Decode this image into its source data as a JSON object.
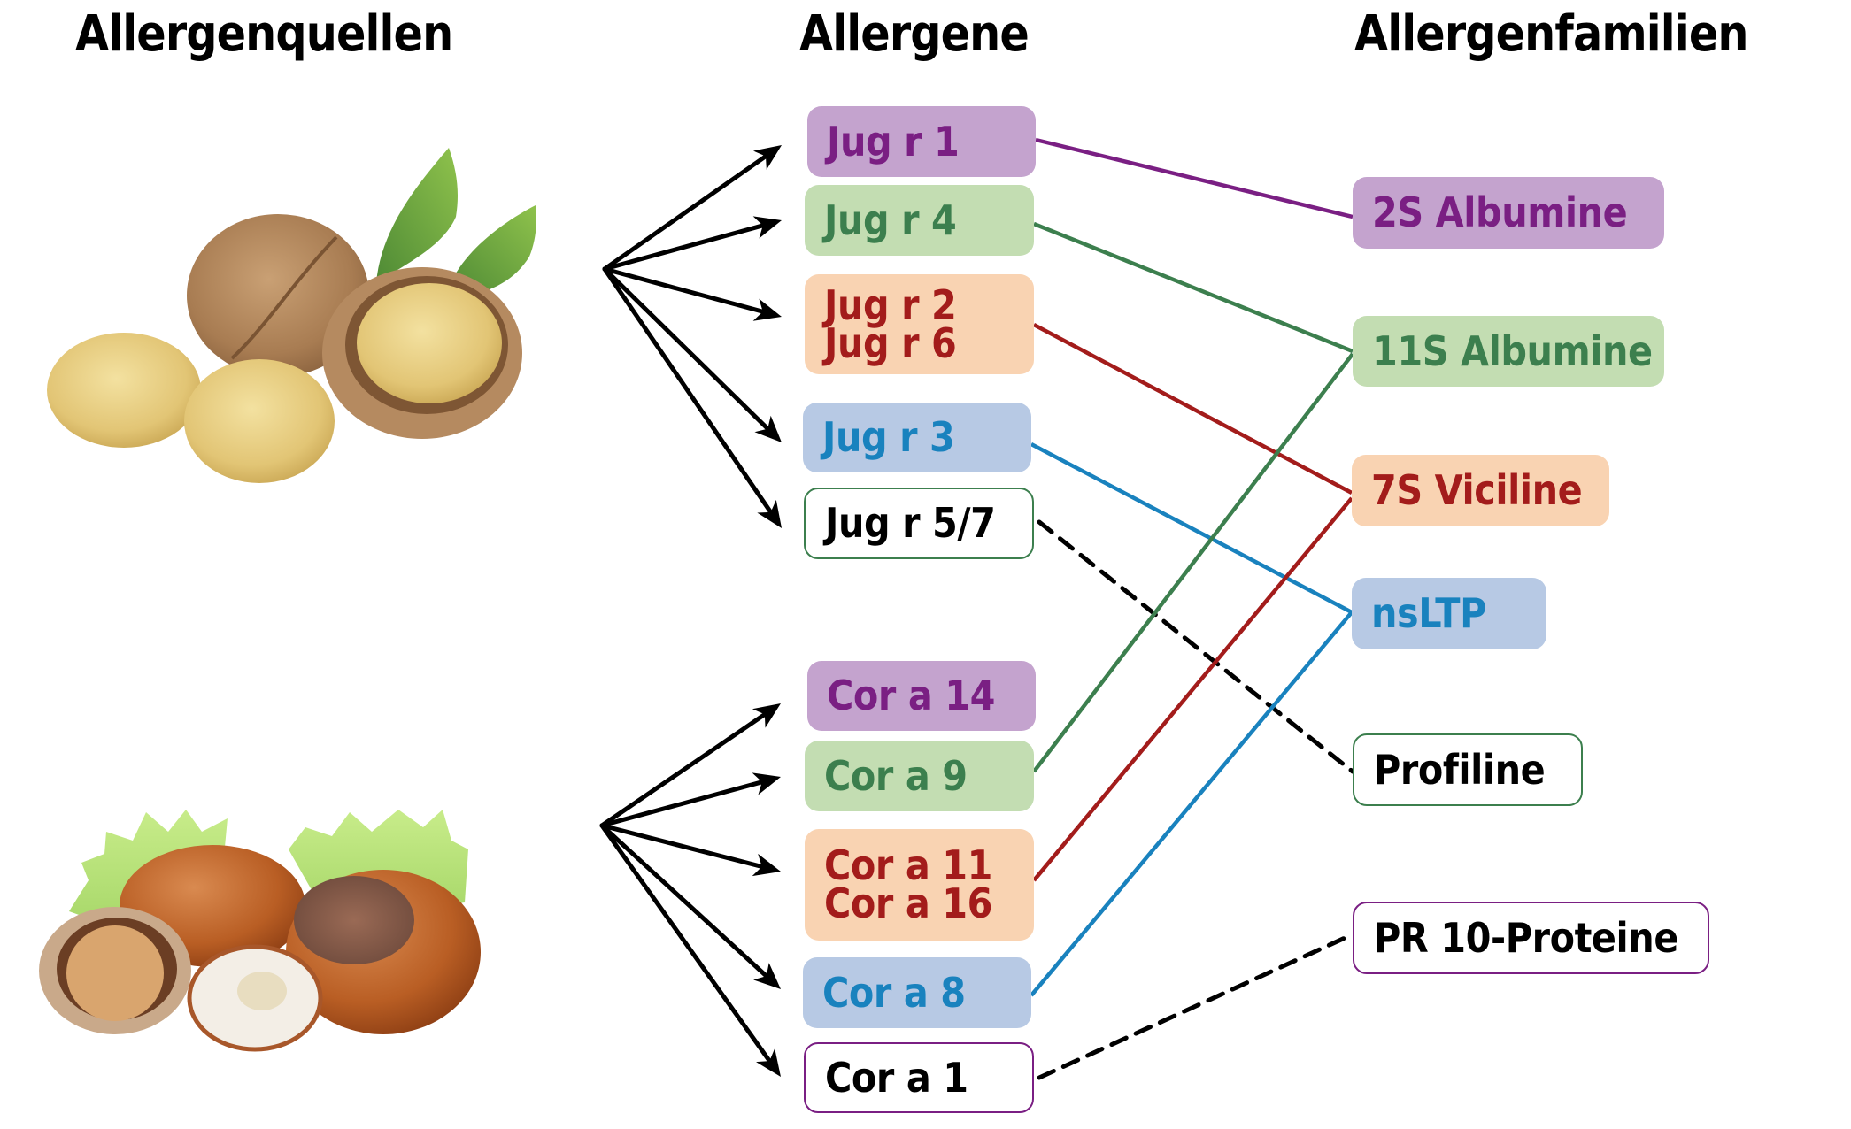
{
  "headers": {
    "sources": "Allergenquellen",
    "allergens": "Allergene",
    "families": "Allergenfamilien"
  },
  "colors": {
    "purple": {
      "fill": "#C4A3CE",
      "text": "#7A1F83"
    },
    "green": {
      "fill": "#C3DDB2",
      "text": "#3C7F4E"
    },
    "red": {
      "fill": "#F9D3B2",
      "text": "#A31C1B"
    },
    "blue": {
      "fill": "#B7C9E4",
      "text": "#1982BE"
    },
    "outline_text": "#000000"
  },
  "sources": [
    {
      "id": "walnut",
      "name": "walnut-image",
      "allergens": [
        "jug1",
        "jug4",
        "jug26",
        "jug3",
        "jug57"
      ]
    },
    {
      "id": "hazelnut",
      "name": "hazelnut-image",
      "allergens": [
        "cor14",
        "cor9",
        "cor1116",
        "cor8",
        "cor1"
      ]
    }
  ],
  "allergens": {
    "jug1": {
      "lines": [
        "Jug r 1"
      ],
      "color": "purple",
      "style": "filled"
    },
    "jug4": {
      "lines": [
        "Jug r 4"
      ],
      "color": "green",
      "style": "filled"
    },
    "jug26": {
      "lines": [
        "Jug r 2",
        "Jug r 6"
      ],
      "color": "red",
      "style": "filled"
    },
    "jug3": {
      "lines": [
        "Jug r 3"
      ],
      "color": "blue",
      "style": "filled"
    },
    "jug57": {
      "lines": [
        "Jug r 5/7"
      ],
      "color": "green",
      "style": "outline"
    },
    "cor14": {
      "lines": [
        "Cor a 14"
      ],
      "color": "purple",
      "style": "filled"
    },
    "cor9": {
      "lines": [
        "Cor a 9"
      ],
      "color": "green",
      "style": "filled"
    },
    "cor1116": {
      "lines": [
        "Cor a 11",
        "Cor a 16"
      ],
      "color": "red",
      "style": "filled"
    },
    "cor8": {
      "lines": [
        "Cor a 8"
      ],
      "color": "blue",
      "style": "filled"
    },
    "cor1": {
      "lines": [
        "Cor a 1"
      ],
      "color": "purple",
      "style": "outline"
    }
  },
  "families": {
    "s2": {
      "label": "2S Albumine",
      "color": "purple",
      "style": "filled"
    },
    "s11": {
      "label": "11S Albumine",
      "color": "green",
      "style": "filled"
    },
    "s7": {
      "label": "7S Viciline",
      "color": "red",
      "style": "filled"
    },
    "nsltp": {
      "label": "nsLTP",
      "color": "blue",
      "style": "filled"
    },
    "profiline": {
      "label": "Profiline",
      "color": "green",
      "style": "outline"
    },
    "pr10": {
      "label": "PR 10-Proteine",
      "color": "purple",
      "style": "outline"
    }
  },
  "connections": [
    {
      "from": "jug1",
      "to": "s2",
      "color": "purple",
      "dashed": false
    },
    {
      "from": "jug4",
      "to": "s11",
      "color": "green",
      "dashed": false
    },
    {
      "from": "jug26",
      "to": "s7",
      "color": "red",
      "dashed": false
    },
    {
      "from": "jug3",
      "to": "nsltp",
      "color": "blue",
      "dashed": false
    },
    {
      "from": "jug57",
      "to": "profiline",
      "color": "black",
      "dashed": true
    },
    {
      "from": "cor9",
      "to": "s11",
      "color": "green",
      "dashed": false
    },
    {
      "from": "cor1116",
      "to": "s7",
      "color": "red",
      "dashed": false
    },
    {
      "from": "cor8",
      "to": "nsltp",
      "color": "blue",
      "dashed": false
    },
    {
      "from": "cor1",
      "to": "pr10",
      "color": "black",
      "dashed": true
    }
  ]
}
